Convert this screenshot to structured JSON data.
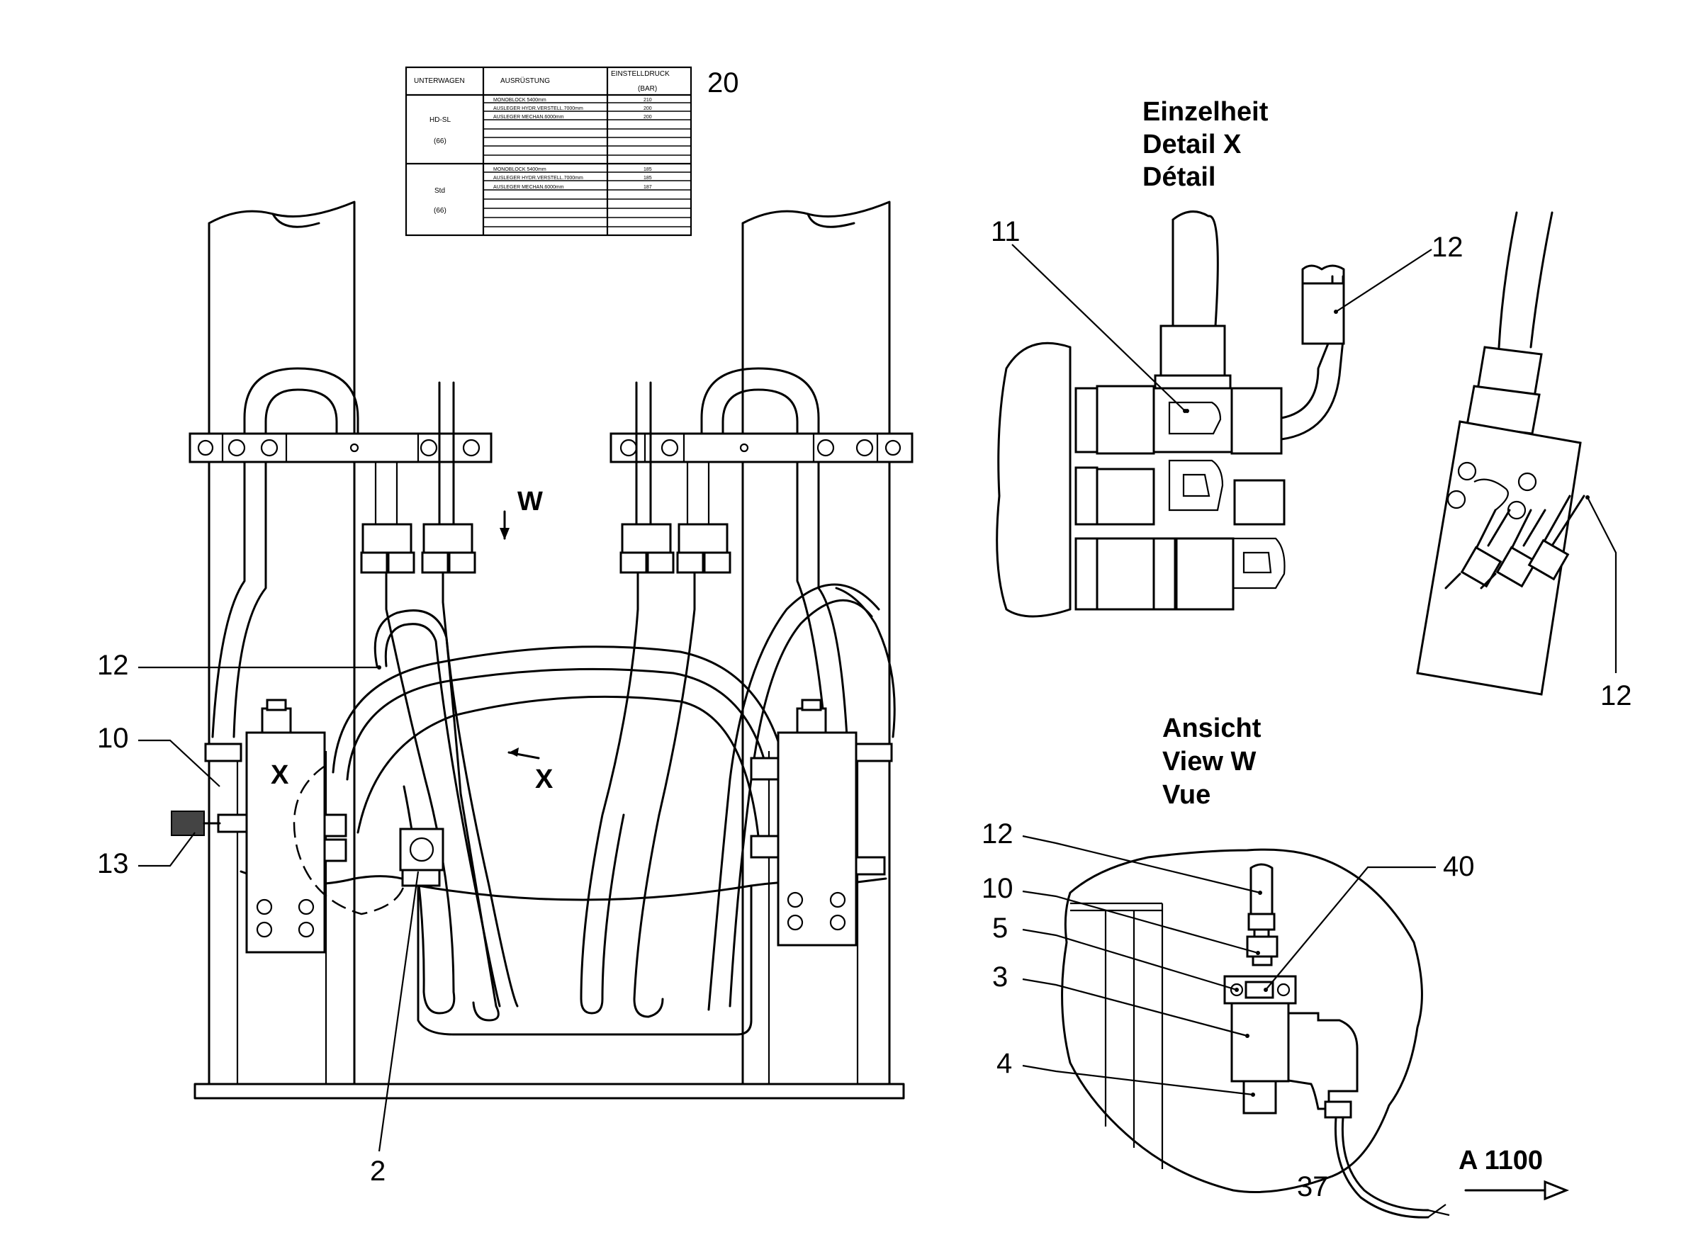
{
  "table": {
    "headers": [
      "UNTERWAGEN",
      "AUSRÜSTUNG",
      "EINSTELLDRUCK",
      "(BAR)"
    ],
    "groups": [
      {
        "unterwagen": [
          "HD-SL",
          "(66)"
        ],
        "rows": [
          {
            "ausruestung": "MONOBLOCK 5400mm",
            "druck": "210"
          },
          {
            "ausruestung": "AUSLEGER HYDR.VERSTELL.7000mm",
            "druck": "200"
          },
          {
            "ausruestung": "AUSLEGER MECHAN.6000mm",
            "druck": "200"
          }
        ]
      },
      {
        "unterwagen": [
          "Std",
          "(66)"
        ],
        "rows": [
          {
            "ausruestung": "MONOBLOCK 5400mm",
            "druck": "185"
          },
          {
            "ausruestung": "AUSLEGER HYDR.VERSTELL.7000mm",
            "druck": "185"
          },
          {
            "ausruestung": "AUSLEGER MECHAN.6000mm",
            "druck": "187"
          }
        ]
      }
    ]
  },
  "headings": {
    "detail": [
      "Einzelheit",
      "Detail  X",
      "Détail"
    ],
    "view": [
      "Ansicht",
      "View  W",
      "Vue"
    ]
  },
  "markers": {
    "x": "X",
    "w": "W"
  },
  "reference": "A 1100",
  "callouts": {
    "main_20": "20",
    "main_12": "12",
    "main_10": "10",
    "main_13": "13",
    "main_2": "2",
    "detail_11": "11",
    "detail_12_top": "12",
    "detail_12_bottom": "12",
    "view_12": "12",
    "view_10": "10",
    "view_5": "5",
    "view_3": "3",
    "view_4": "4",
    "view_40": "40",
    "view_37": "37"
  }
}
